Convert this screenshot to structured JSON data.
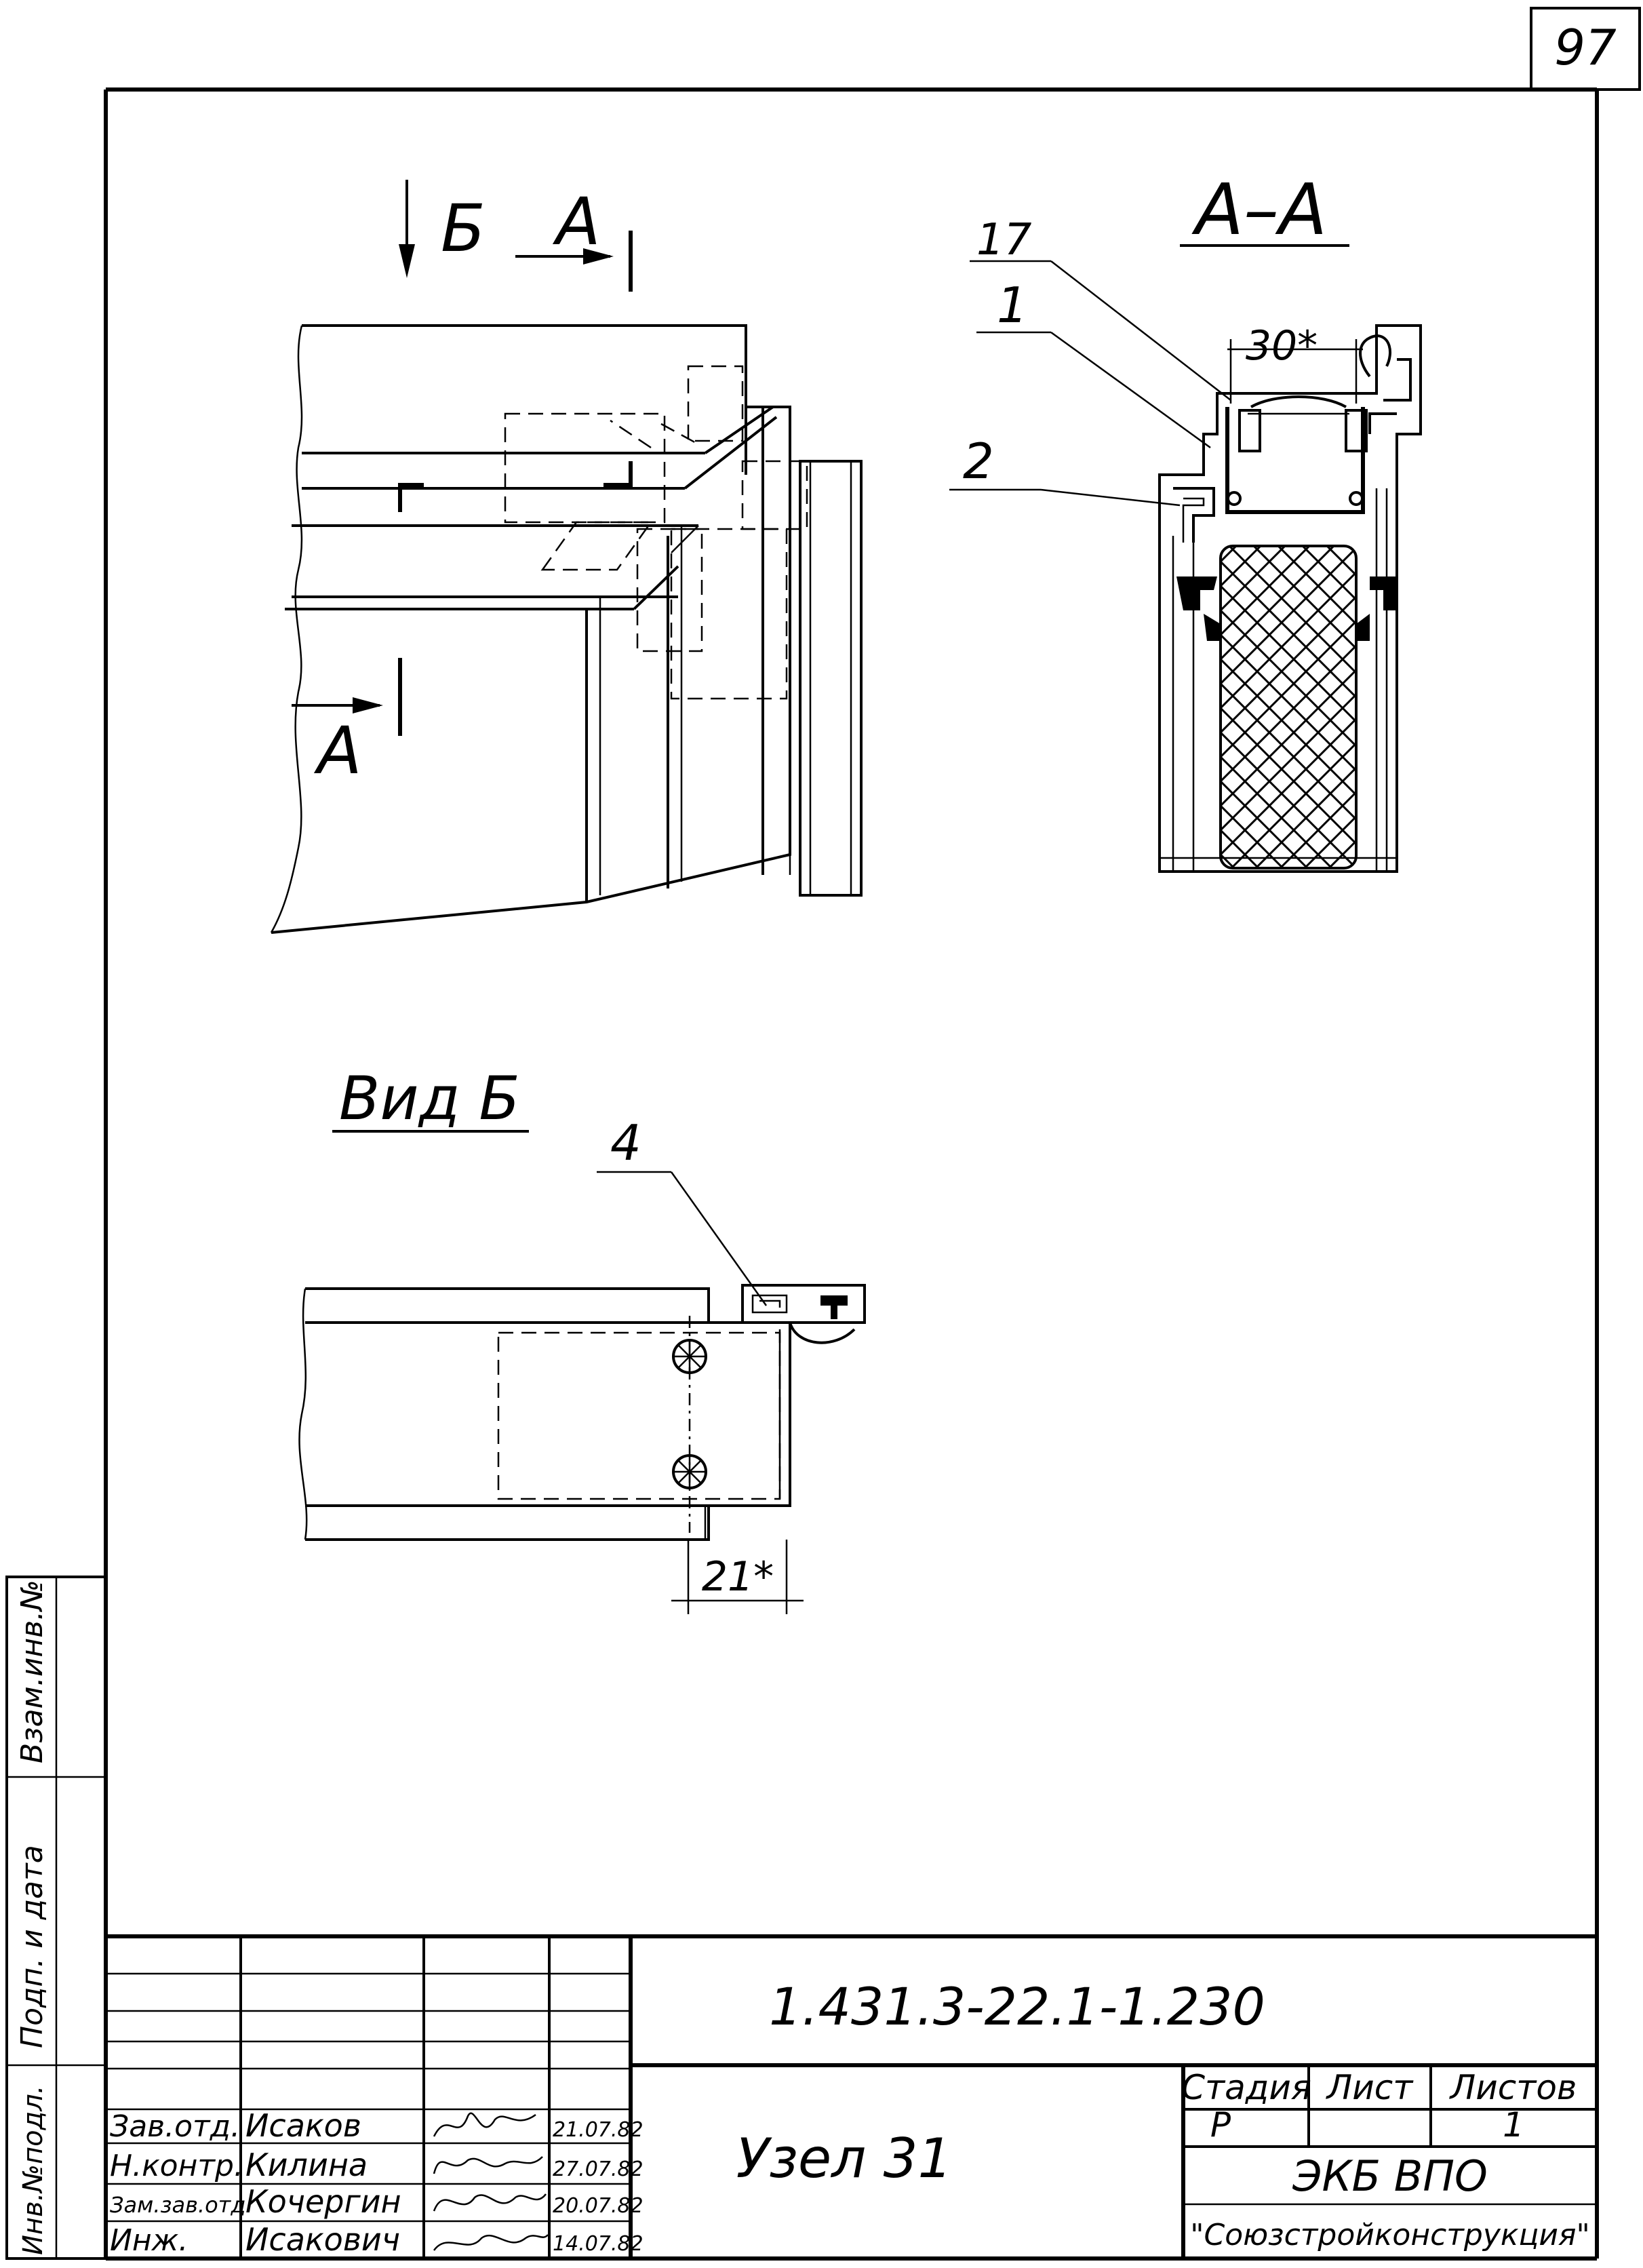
{
  "sheet_number": "97",
  "section_label": "А–А",
  "view_cut_label": "Б",
  "cut_label_top": "А",
  "cut_label_bottom": "А",
  "view_label": "Вид Б",
  "callouts": {
    "c17": "17",
    "c1": "1",
    "c2": "2",
    "c4": "4"
  },
  "dimensions": {
    "d30": "30*",
    "d21": "21*"
  },
  "margin_labels": {
    "inv_vzam": "Взам.инв.№",
    "podp_data": "Подп. и дата",
    "inv_podl": "Инв.№подл."
  },
  "title_block": {
    "doc_code": "1.431.3-22.1-1.230",
    "title": "Узел 31",
    "stage_header": "Стадия",
    "sheet_header": "Лист",
    "sheets_header": "Листов",
    "stage": "Р",
    "sheet": "",
    "sheets": "1",
    "org1": "ЭКБ ВПО",
    "org2": "\"Союзстройконструкция\"",
    "rows": [
      {
        "role": "Зав.отд.",
        "name": "Исаков",
        "date": "21.07.82"
      },
      {
        "role": "Н.контр.",
        "name": "Килина",
        "date": "27.07.82"
      },
      {
        "role": "Зам.зав.отд.",
        "name": "Кочергин",
        "date": "20.07.82"
      },
      {
        "role": "Инж.",
        "name": "Исакович",
        "date": "14.07.82"
      }
    ]
  }
}
